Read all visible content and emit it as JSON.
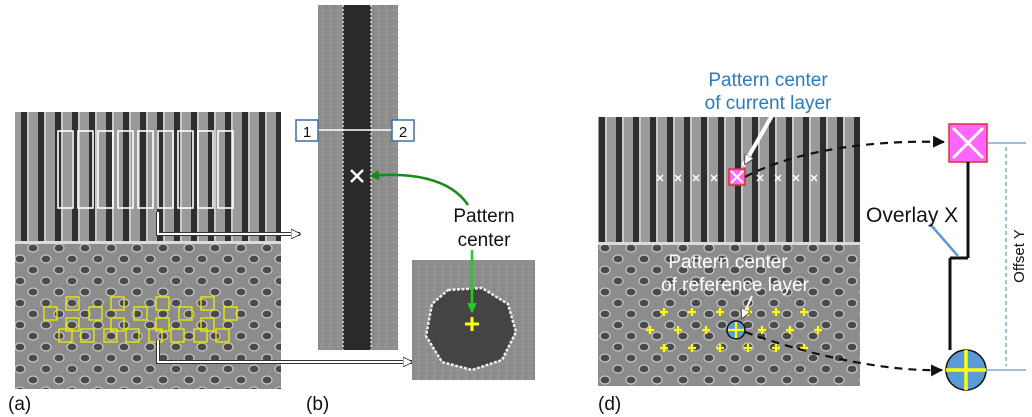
{
  "panels": {
    "a": {
      "label": "(a)"
    },
    "b": {
      "label": "(b)",
      "marker_left": "1",
      "marker_right": "2"
    },
    "d": {
      "label": "(d)"
    }
  },
  "annotations": {
    "pattern_center_line1": "Pattern",
    "pattern_center_line2": "center",
    "current_layer_line1": "Pattern center",
    "current_layer_line2": "of current layer",
    "reference_layer_line1": "Pattern center",
    "reference_layer_line2": "of reference layer",
    "overlay_x": "Overlay X",
    "offset_y": "Offset Y"
  },
  "colors": {
    "box_white": "#ffffff",
    "box_yellow": "#e8e800",
    "blue_text": "#2a7bc4",
    "green_arrow": "#1a8a1a",
    "magenta": "#ff66ff",
    "marker_blue": "#5b9bd5",
    "marker_yellow": "#ffff00",
    "label_border": "#3c6fa8"
  },
  "icons": {
    "current_center": "x-mark-icon",
    "reference_center": "crosshair-icon"
  }
}
